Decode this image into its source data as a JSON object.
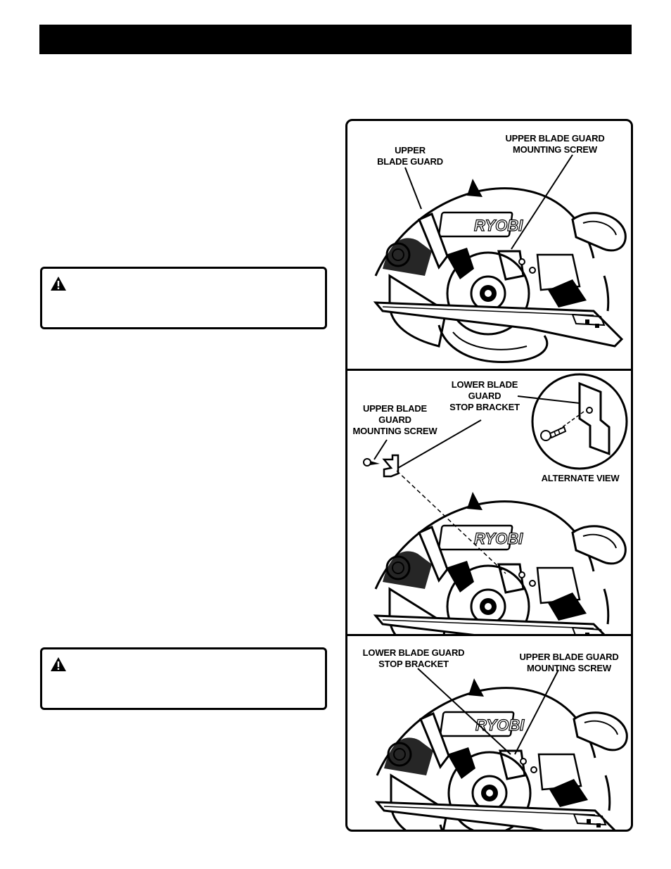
{
  "figure_1": {
    "labels": {
      "upper_blade_guard": "UPPER\nBLADE GUARD",
      "upper_blade_guard_mounting_screw": "UPPER BLADE GUARD\nMOUNTING SCREW"
    },
    "brand_logo": "RYOBI"
  },
  "figure_2": {
    "labels": {
      "lower_blade_guard_stop_bracket": "LOWER BLADE\nGUARD\nSTOP BRACKET",
      "upper_blade_guard_mounting_screw": "UPPER BLADE\nGUARD\nMOUNTING SCREW",
      "alternate_view": "ALTERNATE VIEW"
    },
    "brand_logo": "RYOBI"
  },
  "figure_3": {
    "labels": {
      "lower_blade_guard_stop_bracket": "LOWER BLADE GUARD\nSTOP BRACKET",
      "upper_blade_guard_mounting_screw": "UPPER BLADE GUARD\nMOUNTING SCREW"
    },
    "brand_logo": "RYOBI"
  },
  "icons": {
    "warning": "warning-triangle-icon"
  },
  "colors": {
    "ink": "#000000",
    "paper": "#ffffff",
    "shade": "#d9d9d9"
  }
}
